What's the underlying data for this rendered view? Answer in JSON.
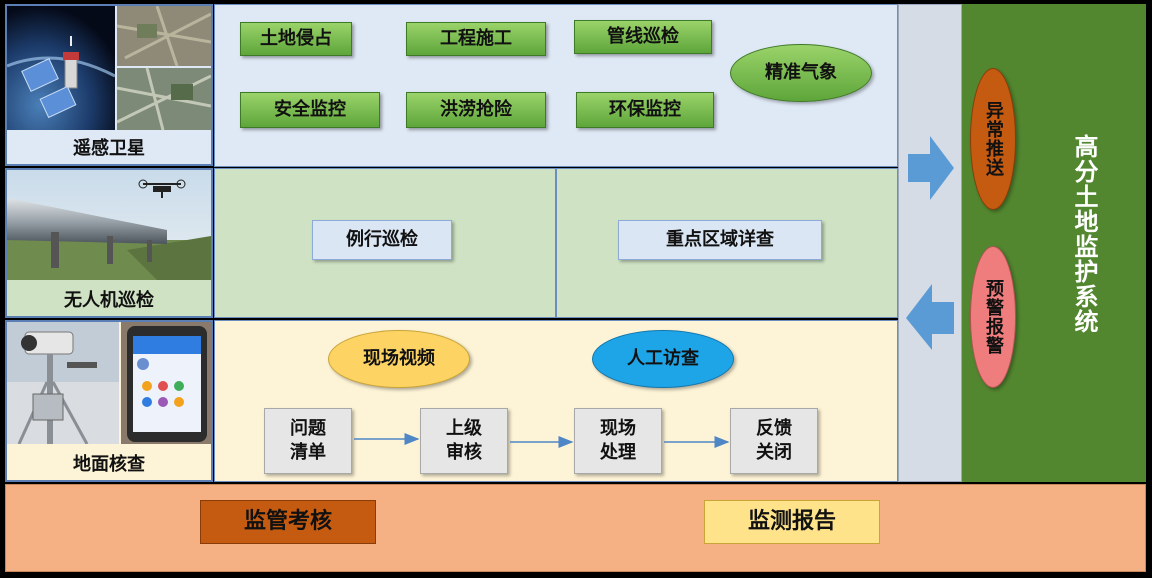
{
  "sources": {
    "satellite_label": "遥感卫星",
    "drone_label": "无人机巡检",
    "ground_label": "地面核查"
  },
  "satellite_tier": {
    "tasks": [
      "土地侵占",
      "工程施工",
      "管线巡检",
      "安全监控",
      "洪涝抢险",
      "环保监控"
    ],
    "weather_label": "精准气象"
  },
  "drone_tier": {
    "routine_label": "例行巡检",
    "detail_label": "重点区域详查"
  },
  "ground_tier": {
    "video_label": "现场视频",
    "visit_label": "人工访查",
    "flow": [
      {
        "line1": "问题",
        "line2": "清单"
      },
      {
        "line1": "上级",
        "line2": "审核"
      },
      {
        "line1": "现场",
        "line2": "处理"
      },
      {
        "line1": "反馈",
        "line2": "关闭"
      }
    ]
  },
  "system": {
    "title": "高分土地监护系统",
    "push_label": "异常推送",
    "alert_label": "预警报警"
  },
  "bottom": {
    "assessment_label": "监管考核",
    "report_label": "监测报告"
  }
}
